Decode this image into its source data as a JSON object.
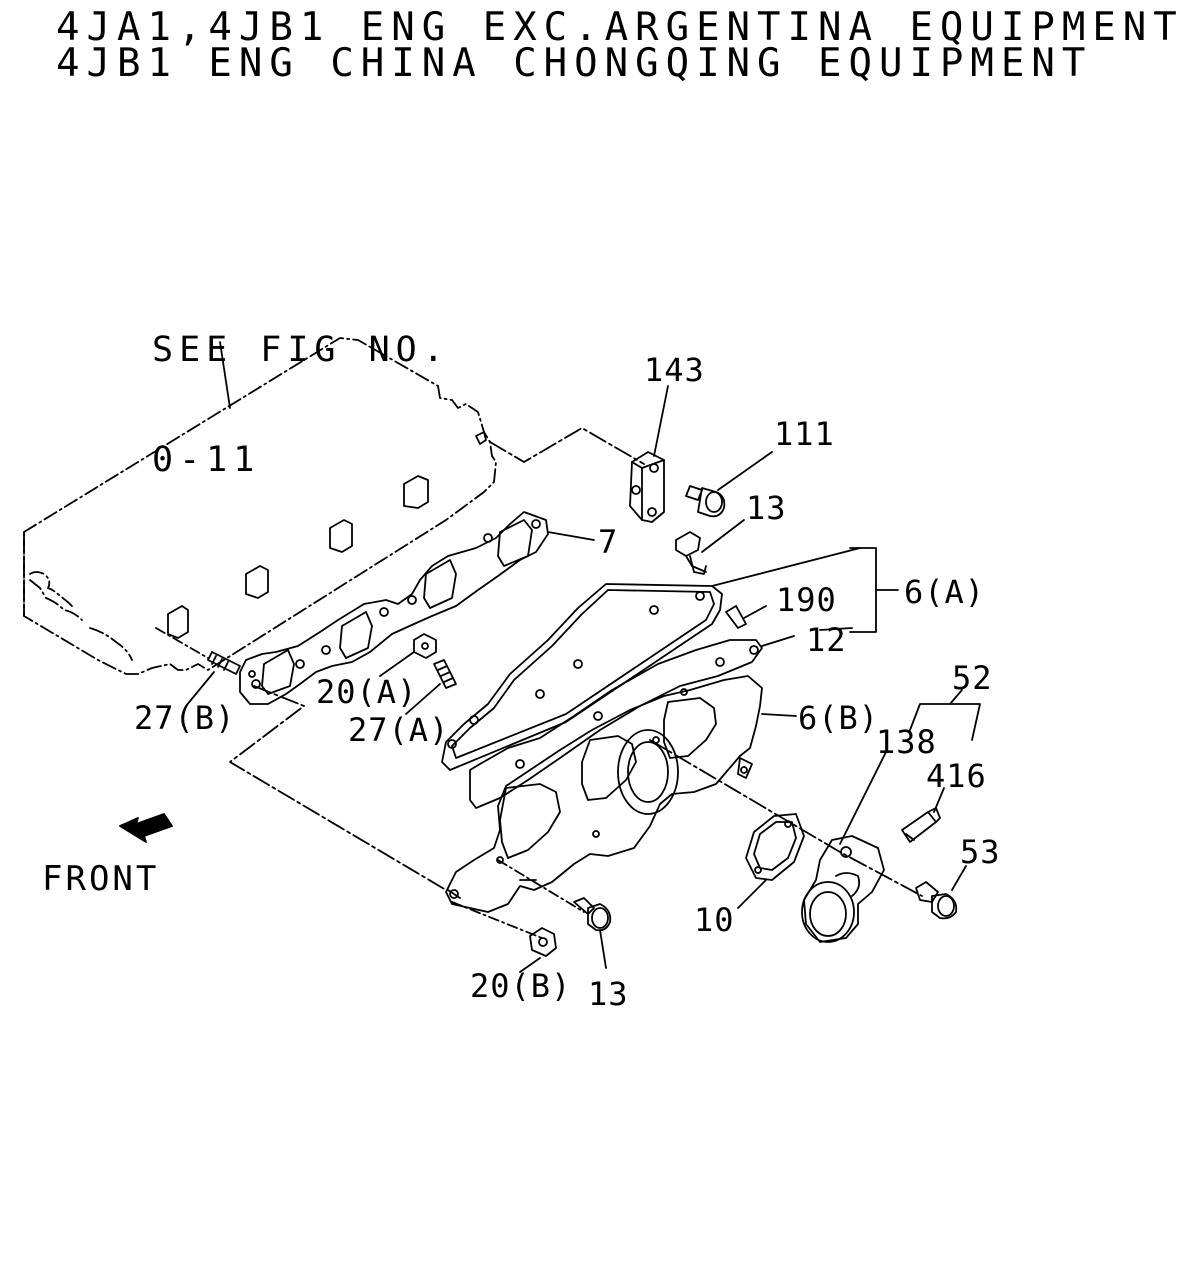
{
  "header": {
    "line1": "4JA1,4JB1 ENG EXC.ARGENTINA EQUIPMENT",
    "line2": "4JB1 ENG CHINA CHONGQING EQUIPMENT"
  },
  "reference": {
    "line1": "SEE FIG NO.",
    "line2": "0-11"
  },
  "front_label": "FRONT",
  "callouts": {
    "p143": "143",
    "p111": "111",
    "p13_top": "13",
    "p7": "7",
    "p190": "190",
    "p6a": "6(A)",
    "p12": "12",
    "p52": "52",
    "p6b": "6(B)",
    "p138": "138",
    "p416": "416",
    "p53": "53",
    "p10": "10",
    "p20a": "20(A)",
    "p27a": "27(A)",
    "p27b": "27(B)",
    "p20b": "20(B)",
    "p13_bottom": "13"
  },
  "colors": {
    "ink": "#000000",
    "paper": "#ffffff"
  }
}
